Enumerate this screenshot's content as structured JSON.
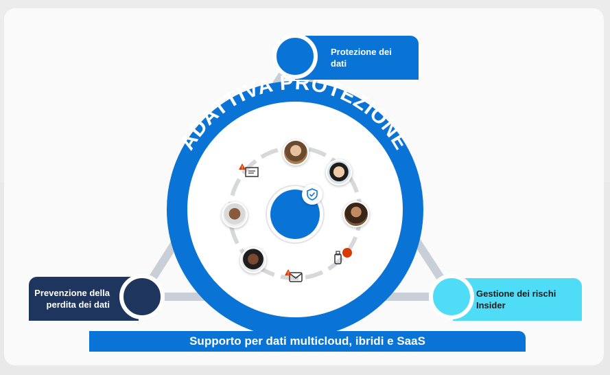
{
  "ring": {
    "title": "ADATTIVA PROTEZIONE"
  },
  "labels": {
    "top": "Protezione dei dati",
    "left": "Prevenzione della perdita dei dati",
    "right": "Gestione dei rischi Insider"
  },
  "bottom_bar": "Supporto per dati multicloud, ibridi e SaaS",
  "icons": [
    "chat-warning-icon",
    "mail-warning-icon",
    "usb-alert-icon",
    "shield-check-icon"
  ],
  "colors": {
    "blue": "#0a74d6",
    "navy": "#1e355e",
    "cyan": "#4fdcf7",
    "triangle": "#c9cfd6"
  }
}
